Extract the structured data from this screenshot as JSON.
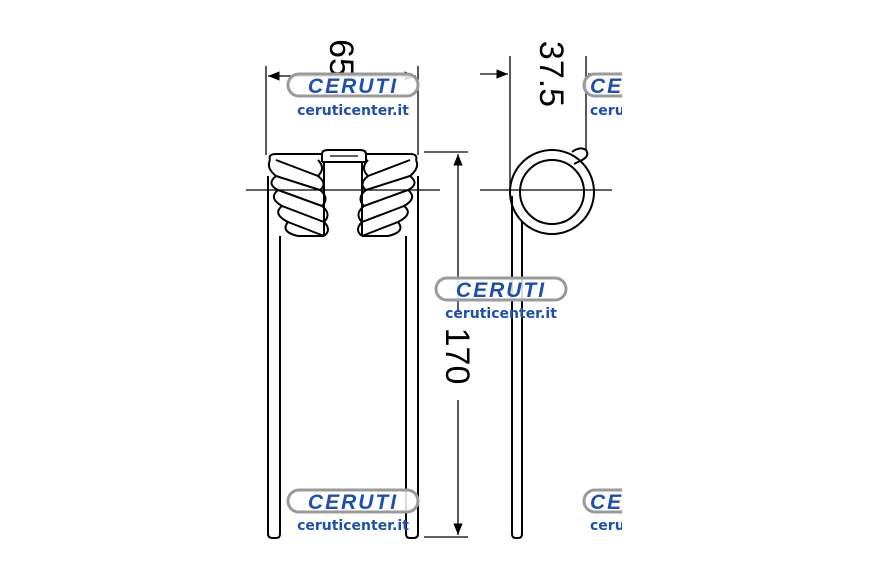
{
  "dimensions": {
    "width_top": "65",
    "offset_top": "37.5",
    "height": "170"
  },
  "watermark": {
    "brand": "CERUTI",
    "url": "ceruticenter.it"
  },
  "colors": {
    "line": "#000000",
    "watermark_text": "#1d4fae",
    "watermark_border": "#9a9a9a"
  }
}
